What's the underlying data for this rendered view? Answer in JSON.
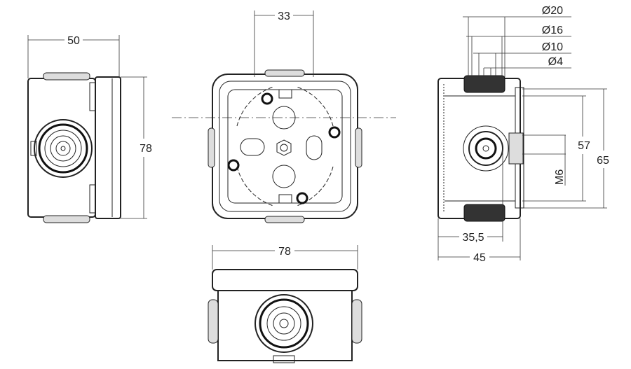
{
  "side_view": {
    "width_dim": "50",
    "height_dim": "78"
  },
  "top_view": {
    "spacing_dim": "33"
  },
  "bottom_view": {
    "width_dim": "78"
  },
  "section_view": {
    "diameters": [
      "Ø20",
      "Ø16",
      "Ø10",
      "Ø4"
    ],
    "inner_height_dim": "57",
    "outer_height_dim": "65",
    "thread_label": "M6",
    "inner_depth_dim": "35,5",
    "outer_depth_dim": "45"
  }
}
